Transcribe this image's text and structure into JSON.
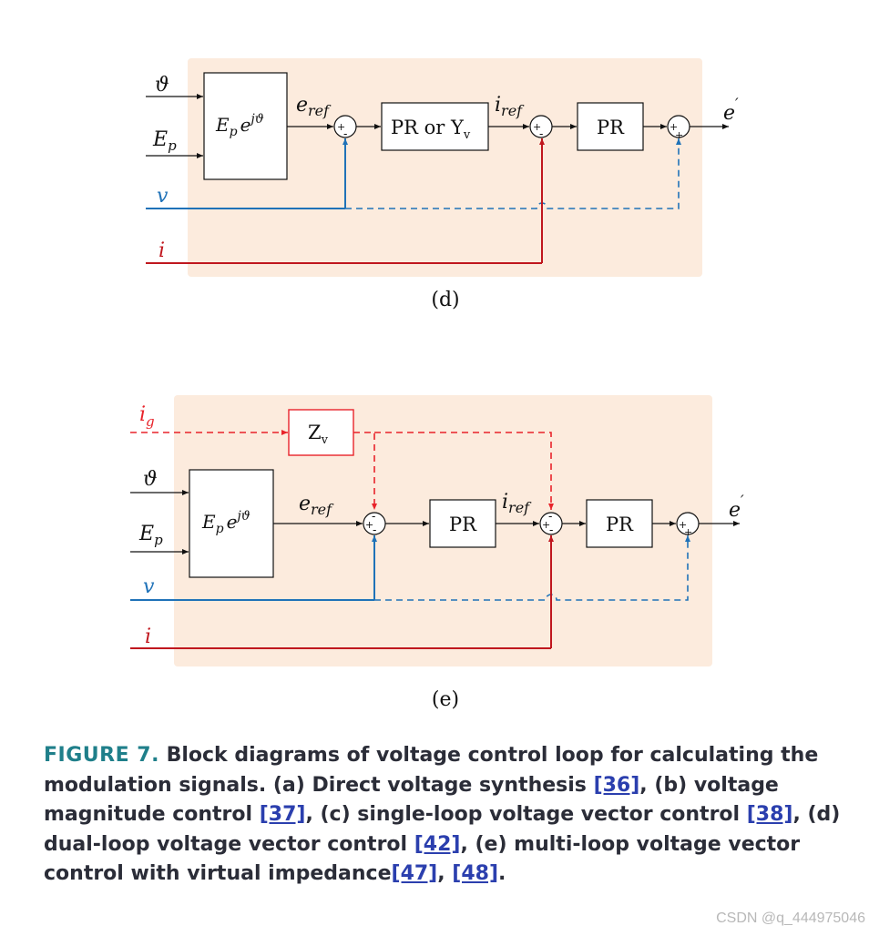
{
  "diagram_d": {
    "inputs": {
      "theta": "ϑ",
      "ep_base": "E",
      "ep_sub": "p",
      "v": "v",
      "i": "i"
    },
    "generator": {
      "base": "E",
      "sub": "p",
      "exp_base": "e",
      "exp_sup": "jϑ"
    },
    "signals": {
      "e_ref_base": "e",
      "e_ref_sub": "ref",
      "i_ref_base": "i",
      "i_ref_sub": "ref",
      "out_base": "e",
      "out_sup": "′"
    },
    "blocks": {
      "controller1_main": "PR or Y",
      "controller1_sub": "v",
      "controller2": "PR"
    },
    "sums": {
      "plus": "+",
      "minus": "-"
    },
    "label": "(d)"
  },
  "diagram_e": {
    "inputs": {
      "ig_base": "i",
      "ig_sub": "g",
      "theta": "ϑ",
      "ep_base": "E",
      "ep_sub": "p",
      "v": "v",
      "i": "i"
    },
    "generator": {
      "base": "E",
      "sub": "p",
      "exp_base": "e",
      "exp_sup": "jϑ"
    },
    "impedance": {
      "main": "Z",
      "sub": "v"
    },
    "signals": {
      "e_ref_base": "e",
      "e_ref_sub": "ref",
      "i_ref_base": "i",
      "i_ref_sub": "ref",
      "out_base": "e",
      "out_sup": "′"
    },
    "blocks": {
      "controller1": "PR",
      "controller2": "PR"
    },
    "sums": {
      "plus": "+",
      "minus": "-"
    },
    "label": "(e)"
  },
  "caption": {
    "figure_label": "FIGURE 7.",
    "seg1": " Block diagrams of voltage control loop for calculating the modulation signals. (a) Direct voltage synthesis ",
    "ref1": "[36]",
    "seg2": ", (b) voltage magnitude control ",
    "ref2": "[37]",
    "seg3": ", (c) single-loop voltage vector control ",
    "ref3": "[38]",
    "seg4": ", (d) dual-loop voltage vector control ",
    "ref4": "[42]",
    "seg5": ", (e) multi-loop voltage vector control with virtual impedance",
    "ref5": "[47]",
    "seg6": ", ",
    "ref6": "[48]",
    "seg7": "."
  },
  "watermark": "CSDN @q_444975046",
  "colors": {
    "panel": "#fcebdd",
    "blue": "#1f72b8",
    "red": "#c0171e",
    "dashed_red": "#e8232a",
    "teal": "#1f7f8a",
    "link": "#2b3fae"
  }
}
